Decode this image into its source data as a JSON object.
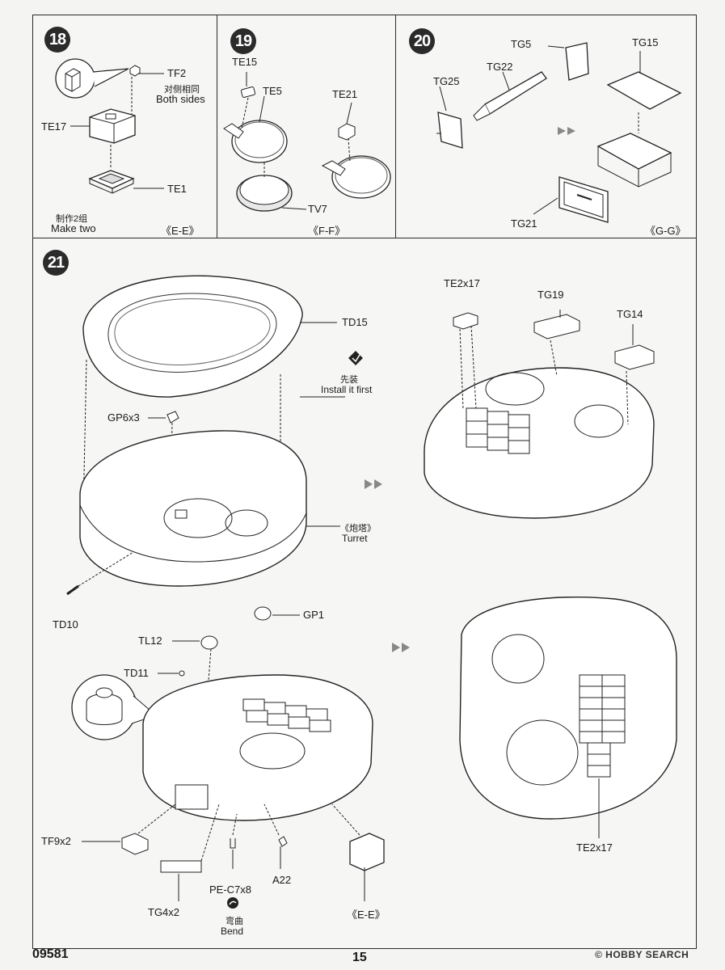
{
  "steps": {
    "s18": {
      "number": "18",
      "tf2": "TF2",
      "both_sides_cn": "对侧相同",
      "both_sides_en": "Both sides",
      "te17": "TE17",
      "te1": "TE1",
      "make_two_cn": "制作2组",
      "make_two_en": "Make two",
      "view": "《E-E》"
    },
    "s19": {
      "number": "19",
      "te15": "TE15",
      "te5": "TE5",
      "te21": "TE21",
      "tv7": "TV7",
      "view": "《F-F》"
    },
    "s20": {
      "number": "20",
      "tg5": "TG5",
      "tg15": "TG15",
      "tg22": "TG22",
      "tg25": "TG25",
      "tg21": "TG21",
      "view": "《G-G》"
    },
    "s21": {
      "number": "21",
      "td15": "TD15",
      "install_first_cn": "先装",
      "install_first_en": "Install it first",
      "gp6": "GP6x3",
      "turret_cn": "《炮塔》",
      "turret_en": "Turret",
      "td10": "TD10",
      "gp1": "GP1",
      "tl12": "TL12",
      "td11": "TD11",
      "tf9": "TF9x2",
      "tg4": "TG4x2",
      "pe_c7": "PE-C7x8",
      "bend_cn": "弯曲",
      "bend_en": "Bend",
      "a22": "A22",
      "view_ee": "《E-E》",
      "te2_top": "TE2x17",
      "tg19": "TG19",
      "tg14": "TG14",
      "te2_bottom": "TE2x17"
    }
  },
  "footer": {
    "code": "09581",
    "page": "15",
    "watermark": "© HOBBY SEARCH"
  }
}
